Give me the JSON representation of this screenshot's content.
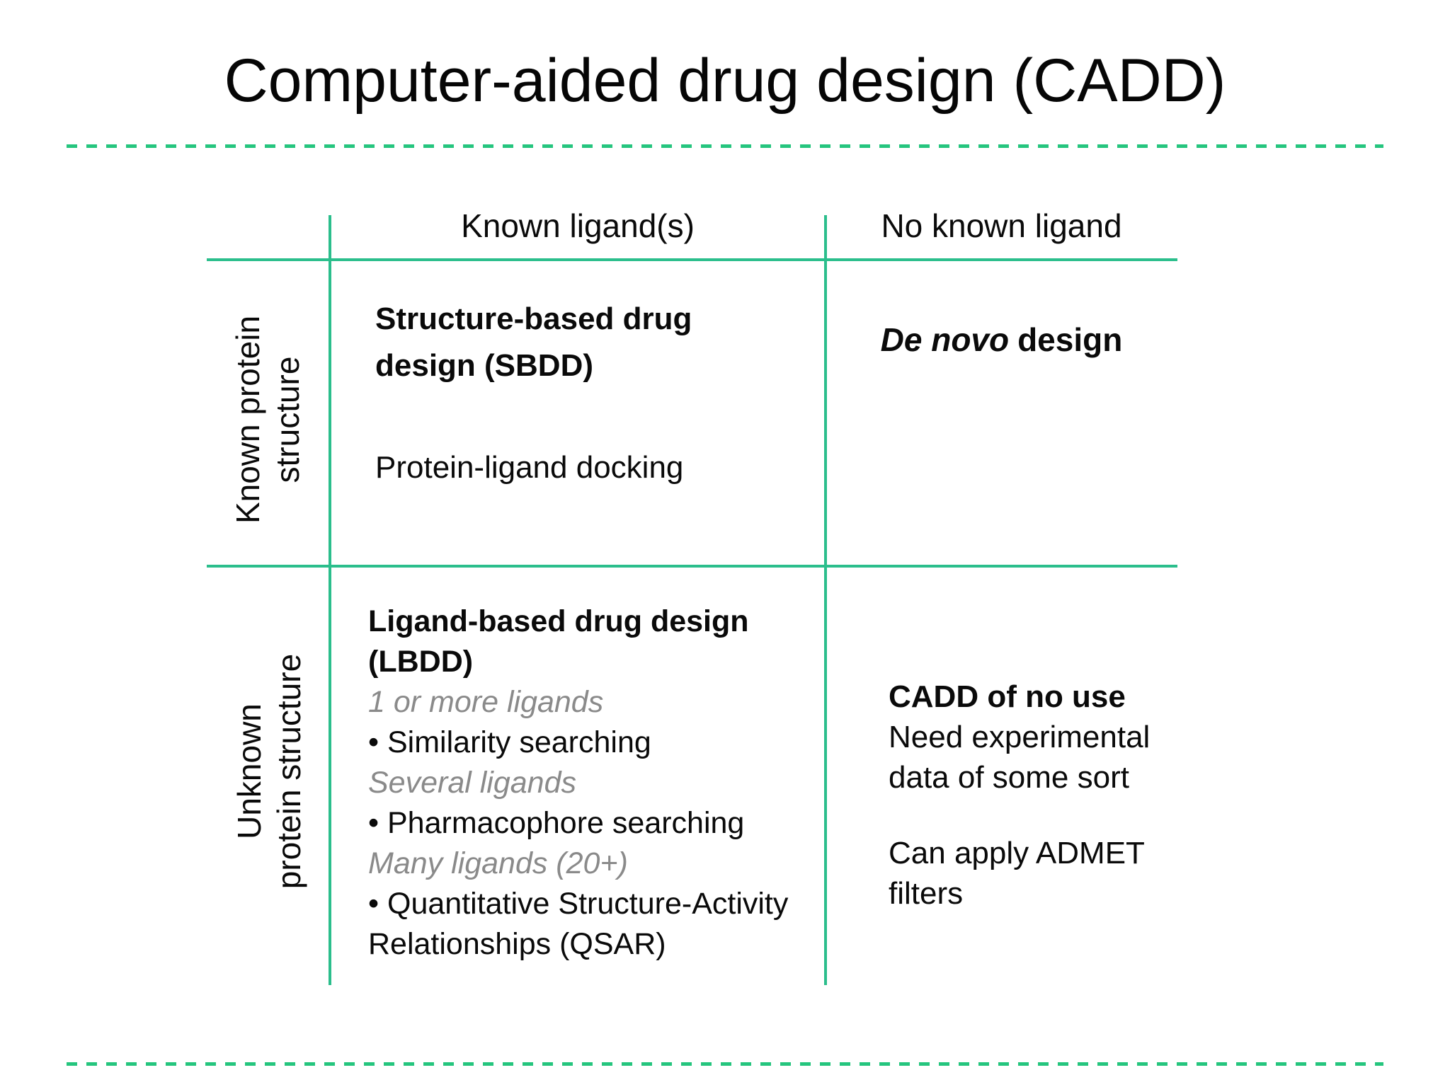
{
  "title": "Computer-aided drug design (CADD)",
  "colors": {
    "accent_line": "#2bbe8c",
    "dashed_line": "#25c57e",
    "text": "#0a0a0a",
    "muted_text": "#8a8a8a"
  },
  "matrix": {
    "col_headers": [
      {
        "label": "Known ligand(s)"
      },
      {
        "label": "No known ligand"
      }
    ],
    "row_headers": [
      {
        "lines": [
          "Known protein",
          "structure"
        ]
      },
      {
        "lines": [
          "Unknown",
          "protein structure"
        ]
      }
    ],
    "cells": {
      "sbdd": {
        "heading": "Structure-based drug design (SBDD)",
        "body": "Protein-ligand docking"
      },
      "de_novo": {
        "emphasis": "De novo",
        "rest": "design"
      },
      "lbdd": {
        "heading": "Ligand-based drug design (LBDD)",
        "items": [
          {
            "text": "1 or more ligands",
            "style": "muted-italic"
          },
          {
            "text": "• Similarity searching",
            "style": "normal"
          },
          {
            "text": "Several ligands",
            "style": "muted-italic"
          },
          {
            "text": "• Pharmacophore searching",
            "style": "normal"
          },
          {
            "text": "Many ligands (20+)",
            "style": "muted-italic"
          },
          {
            "text": "• Quantitative Structure-Activity Relationships (QSAR)",
            "style": "normal"
          }
        ]
      },
      "no_use": {
        "heading": "CADD of no use",
        "line1": "Need experimental data of some sort",
        "line2": "Can apply ADMET filters"
      }
    }
  }
}
